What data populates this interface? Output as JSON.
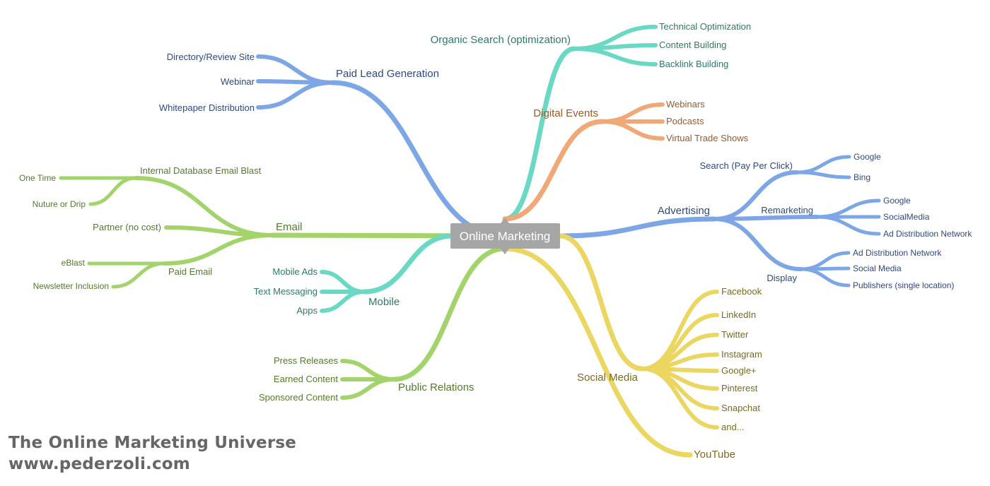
{
  "map": {
    "root": "Online Marketing",
    "colors": {
      "root_bg": "#a6a6a6",
      "root_text": "#ffffff",
      "green_line": "#a3d46b",
      "green_text": "#547a2b",
      "blue_line": "#7da6e6",
      "blue_text": "#2f4a7e",
      "teal_line": "#6ad9c4",
      "teal_text": "#2d7a6a",
      "orange_line": "#f0a877",
      "orange_text": "#9a5a2a",
      "yellow_line": "#ead661",
      "yellow_text": "#7a6a1e"
    },
    "branches": {
      "paid_lead": {
        "label": "Paid Lead Generation",
        "items": [
          "Directory/Review Site",
          "Webinar",
          "Whitepaper Distribution"
        ]
      },
      "email": {
        "label": "Email",
        "internal": {
          "label": "Internal Database Email Blast",
          "items": [
            "One Time",
            "Nuture or Drip"
          ]
        },
        "partner": "Partner (no cost)",
        "paid": {
          "label": "Paid Email",
          "items": [
            "eBlast",
            "Newsletter Inclusion"
          ]
        }
      },
      "mobile": {
        "label": "Mobile",
        "items": [
          "Mobile Ads",
          "Text Messaging",
          "Apps"
        ]
      },
      "pr": {
        "label": "Public Relations",
        "items": [
          "Press Releases",
          "Earned Content",
          "Sponsored Content"
        ]
      },
      "organic": {
        "label": "Organic Search (optimization)",
        "items": [
          "Technical Optimization",
          "Content Building",
          "Backlink Building"
        ]
      },
      "events": {
        "label": "Digital Events",
        "items": [
          "Webinars",
          "Podcasts",
          "Virtual Trade Shows"
        ]
      },
      "advertising": {
        "label": "Advertising",
        "search": {
          "label": "Search (Pay Per Click)",
          "items": [
            "Google",
            "Bing"
          ]
        },
        "remarketing": {
          "label": "Remarketing",
          "items": [
            "Google",
            "SocialMedia",
            "Ad Distribution Network"
          ]
        },
        "display": {
          "label": "Display",
          "items": [
            "Ad Distribution Network",
            "Social Media",
            "Publishers (single location)"
          ]
        }
      },
      "social": {
        "label": "Social Media",
        "items": [
          "Facebook",
          "LinkedIn",
          "Twitter",
          "Instagram",
          "Google+",
          "Pinterest",
          "Snapchat",
          "and..."
        ]
      },
      "youtube": "YouTube"
    }
  },
  "footer": {
    "title": "The Online Marketing Universe",
    "url": "www.pederzoli.com"
  }
}
